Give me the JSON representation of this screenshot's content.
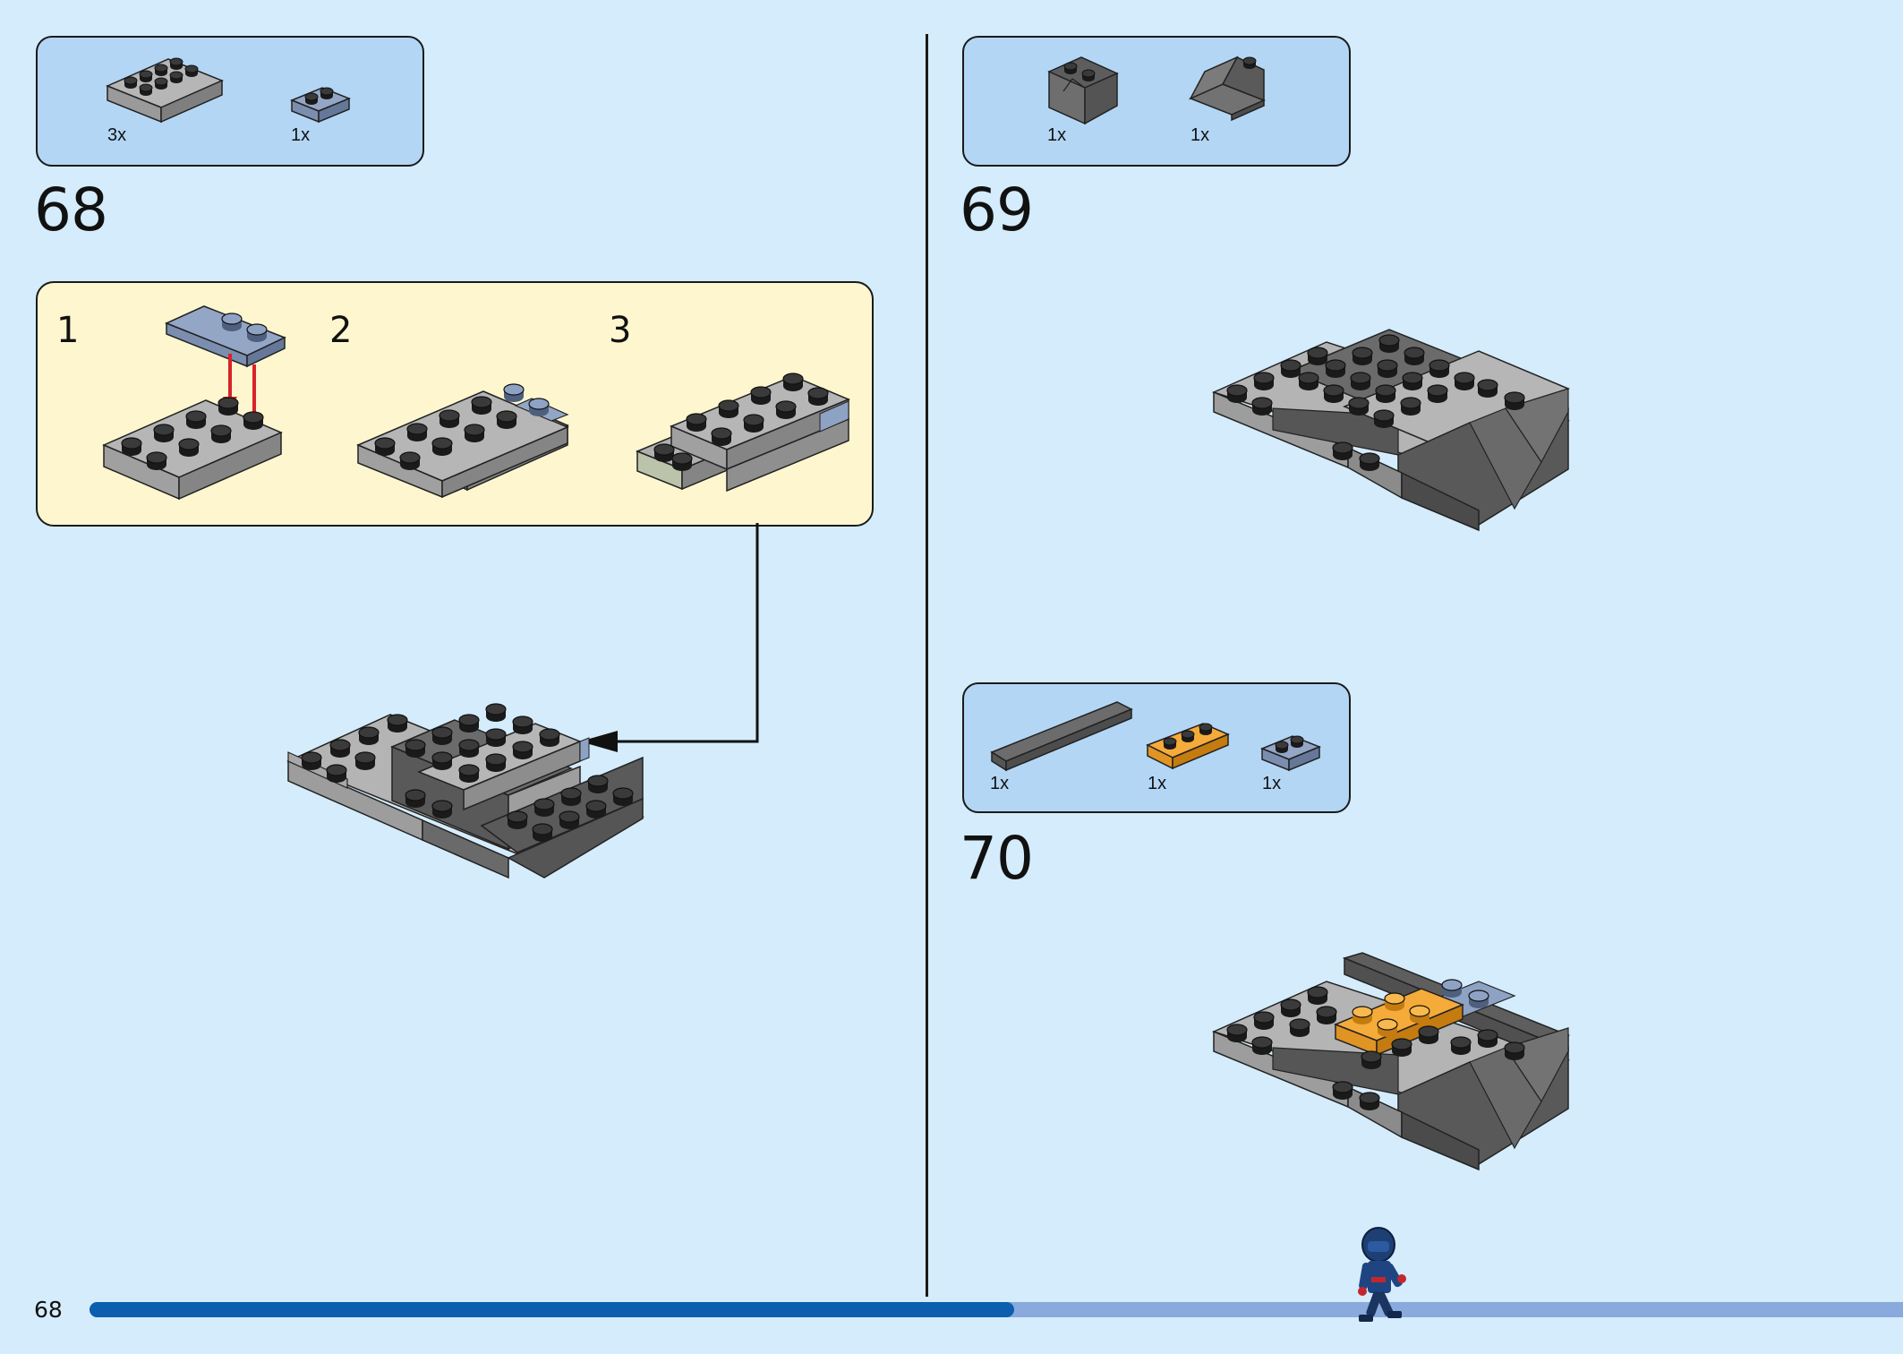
{
  "page": {
    "number": "68",
    "progress": 0.51
  },
  "steps": [
    {
      "number": "68",
      "parts": [
        {
          "qty": "3x",
          "icon": "plate-2x4-light-gray-icon"
        },
        {
          "qty": "1x",
          "icon": "plate-1x2-sand-blue-icon"
        }
      ],
      "substeps": [
        {
          "number": "1"
        },
        {
          "number": "2"
        },
        {
          "number": "3"
        }
      ]
    },
    {
      "number": "69",
      "parts": [
        {
          "qty": "1x",
          "icon": "slope-dark-gray-icon"
        },
        {
          "qty": "1x",
          "icon": "slope-dark-gray-icon"
        }
      ]
    },
    {
      "number": "70",
      "parts": [
        {
          "qty": "1x",
          "icon": "tile-1x6-dark-gray-icon"
        },
        {
          "qty": "1x",
          "icon": "plate-1x3-orange-icon"
        },
        {
          "qty": "1x",
          "icon": "plate-1x2-sand-blue-icon"
        }
      ]
    }
  ],
  "colors": {
    "background": "#d4ecfb",
    "parts_box": "#b3d6f5",
    "substep_box": "#fef6cf",
    "light_gray": "#a3a3a3",
    "dark_gray": "#636363",
    "sand_blue": "#8397b8",
    "orange": "#f5ab3a",
    "arrow_red": "#d8232a",
    "progress_done": "#0b5fae",
    "progress_remaining": "#8aa9dd"
  }
}
